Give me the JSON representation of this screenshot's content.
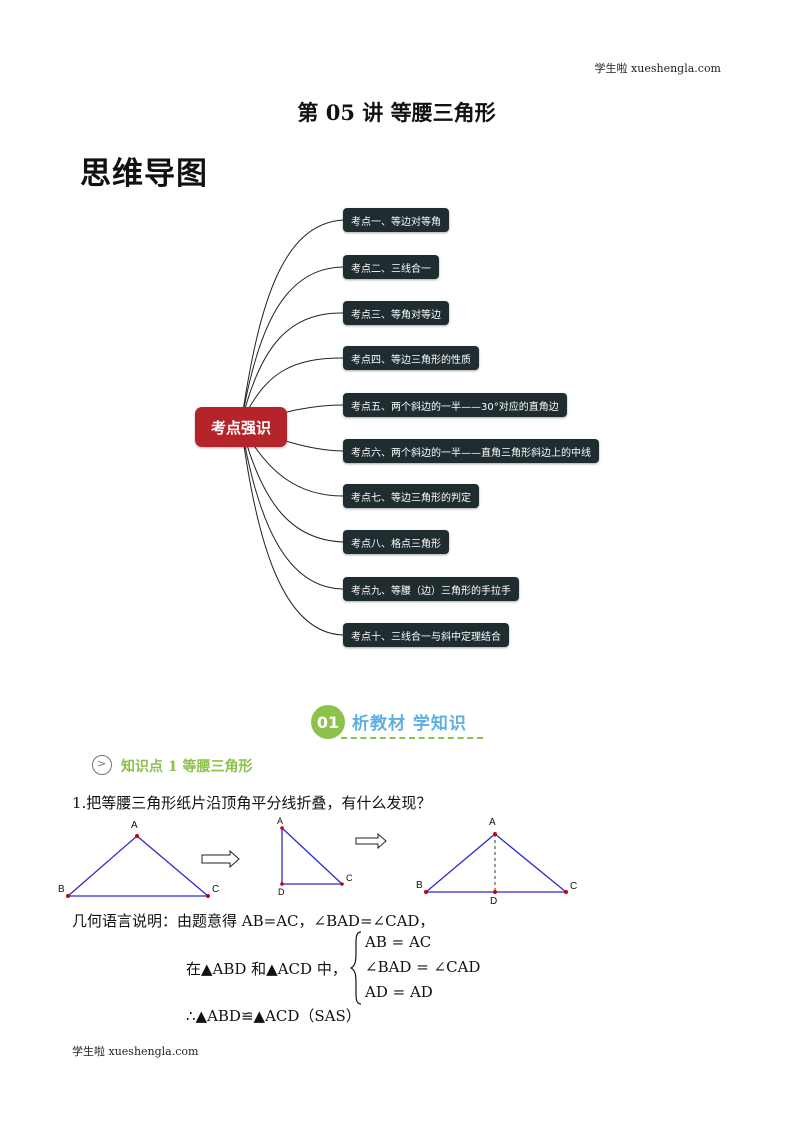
{
  "watermark": {
    "header": "学生啦 xueshengla.com",
    "footer": "学生啦 xueshengla.com"
  },
  "title": "第 05 讲  等腰三角形",
  "mindmap": {
    "heading": "思维导图",
    "central": "考点强识",
    "branches": [
      "考点一、等边对等角",
      "考点二、三线合一",
      "考点三、等角对等边",
      "考点四、等边三角形的性质",
      "考点五、两个斜边的一半——30°对应的直角边",
      "考点六、两个斜边的一半——直角三角形斜边上的中线",
      "考点七、等边三角形的判定",
      "考点八、格点三角形",
      "考点九、等腰（边）三角形的手拉手",
      "考点十、三线合一与斜中定理结合"
    ],
    "colors": {
      "central": "#b5242a",
      "branch": "#1f2c30"
    }
  },
  "section": {
    "number": "01",
    "title": "析教材 学知识",
    "accent": "#8cc14a",
    "title_color": "#5eb0e0"
  },
  "knowledge_point": {
    "icon": "chevron-right-circle-icon",
    "title": "知识点 1  等腰三角形"
  },
  "question": "1.把等腰三角形纸片沿顶角平分线折叠，有什么发现？",
  "figures": {
    "fig1": {
      "A": "A",
      "B": "B",
      "C": "C"
    },
    "fig2": {
      "A": "A",
      "D": "D",
      "C": "C"
    },
    "fig3": {
      "A": "A",
      "B": "B",
      "C": "C",
      "D": "D"
    }
  },
  "geometry": {
    "line1": "几何语言说明：由题意得 AB=AC，∠BAD=∠CAD，",
    "in_triangles": "在▲ABD 和▲ACD 中，",
    "conditions": [
      "AB = AC",
      "∠BAD = ∠CAD",
      "AD = AD"
    ],
    "conclusion": "∴▲ABD≌▲ACD（SAS）"
  }
}
